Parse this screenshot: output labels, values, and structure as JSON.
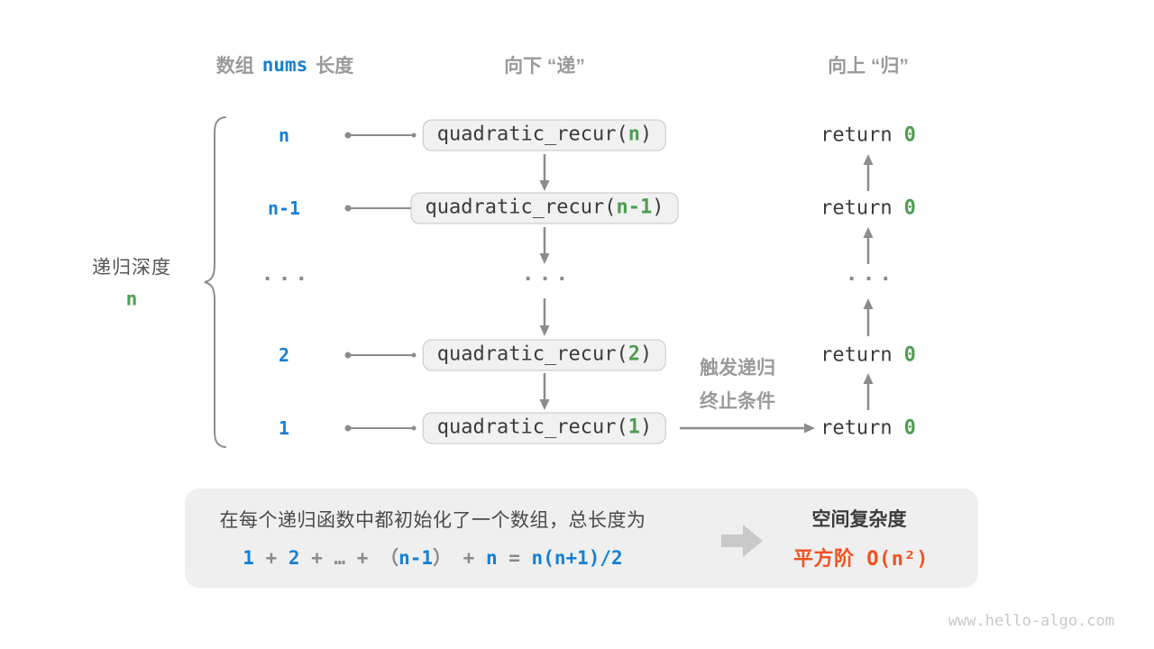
{
  "colors": {
    "blue": "#1680D4",
    "green": "#4E9D53",
    "orange": "#F4511E",
    "gray_text": "#9A9A9A",
    "dark_text": "#3B3B3B",
    "arrow": "#8C8C8C",
    "box_fill": "#F1F1F1",
    "box_border": "#C5C5C5",
    "panel_fill": "#EFEFEF"
  },
  "headers": {
    "array_prefix": "数组",
    "array_code": "nums",
    "array_suffix": "长度",
    "down": "向下 “递”",
    "up": "向上 “归”"
  },
  "depth": {
    "label": "递归深度",
    "value": "n"
  },
  "code": {
    "call_prefix": "quadratic_recur(",
    "call_suffix": ")",
    "return_keyword": "return",
    "return_value": "0"
  },
  "rows": [
    {
      "label": "n",
      "arg": "n"
    },
    {
      "label": "n-1",
      "arg": "n-1"
    },
    {
      "label": "···",
      "dots": true
    },
    {
      "label": "2",
      "arg": "2"
    },
    {
      "label": "1",
      "arg": "1"
    }
  ],
  "dots": "···",
  "trigger": {
    "line1": "触发递归",
    "line2": "终止条件"
  },
  "summary": {
    "line1": "在每个递归函数中都初始化了一个数组，总长度为",
    "formula": [
      {
        "t": "1",
        "c": "b"
      },
      {
        "t": " + ",
        "c": "g"
      },
      {
        "t": "2",
        "c": "b"
      },
      {
        "t": " + ",
        "c": "g"
      },
      {
        "t": "…",
        "c": "g"
      },
      {
        "t": " + ",
        "c": "g"
      },
      {
        "t": "（",
        "c": "g"
      },
      {
        "t": "n-1",
        "c": "b"
      },
      {
        "t": "）",
        "c": "g"
      },
      {
        "t": " + ",
        "c": "g"
      },
      {
        "t": "n",
        "c": "b"
      },
      {
        "t": " = ",
        "c": "g"
      },
      {
        "t": "n(n+1)/2",
        "c": "b"
      }
    ],
    "result_title": "空间复杂度",
    "result_value": "平方阶 O(n²)"
  },
  "watermark": "www.hello-algo.com"
}
